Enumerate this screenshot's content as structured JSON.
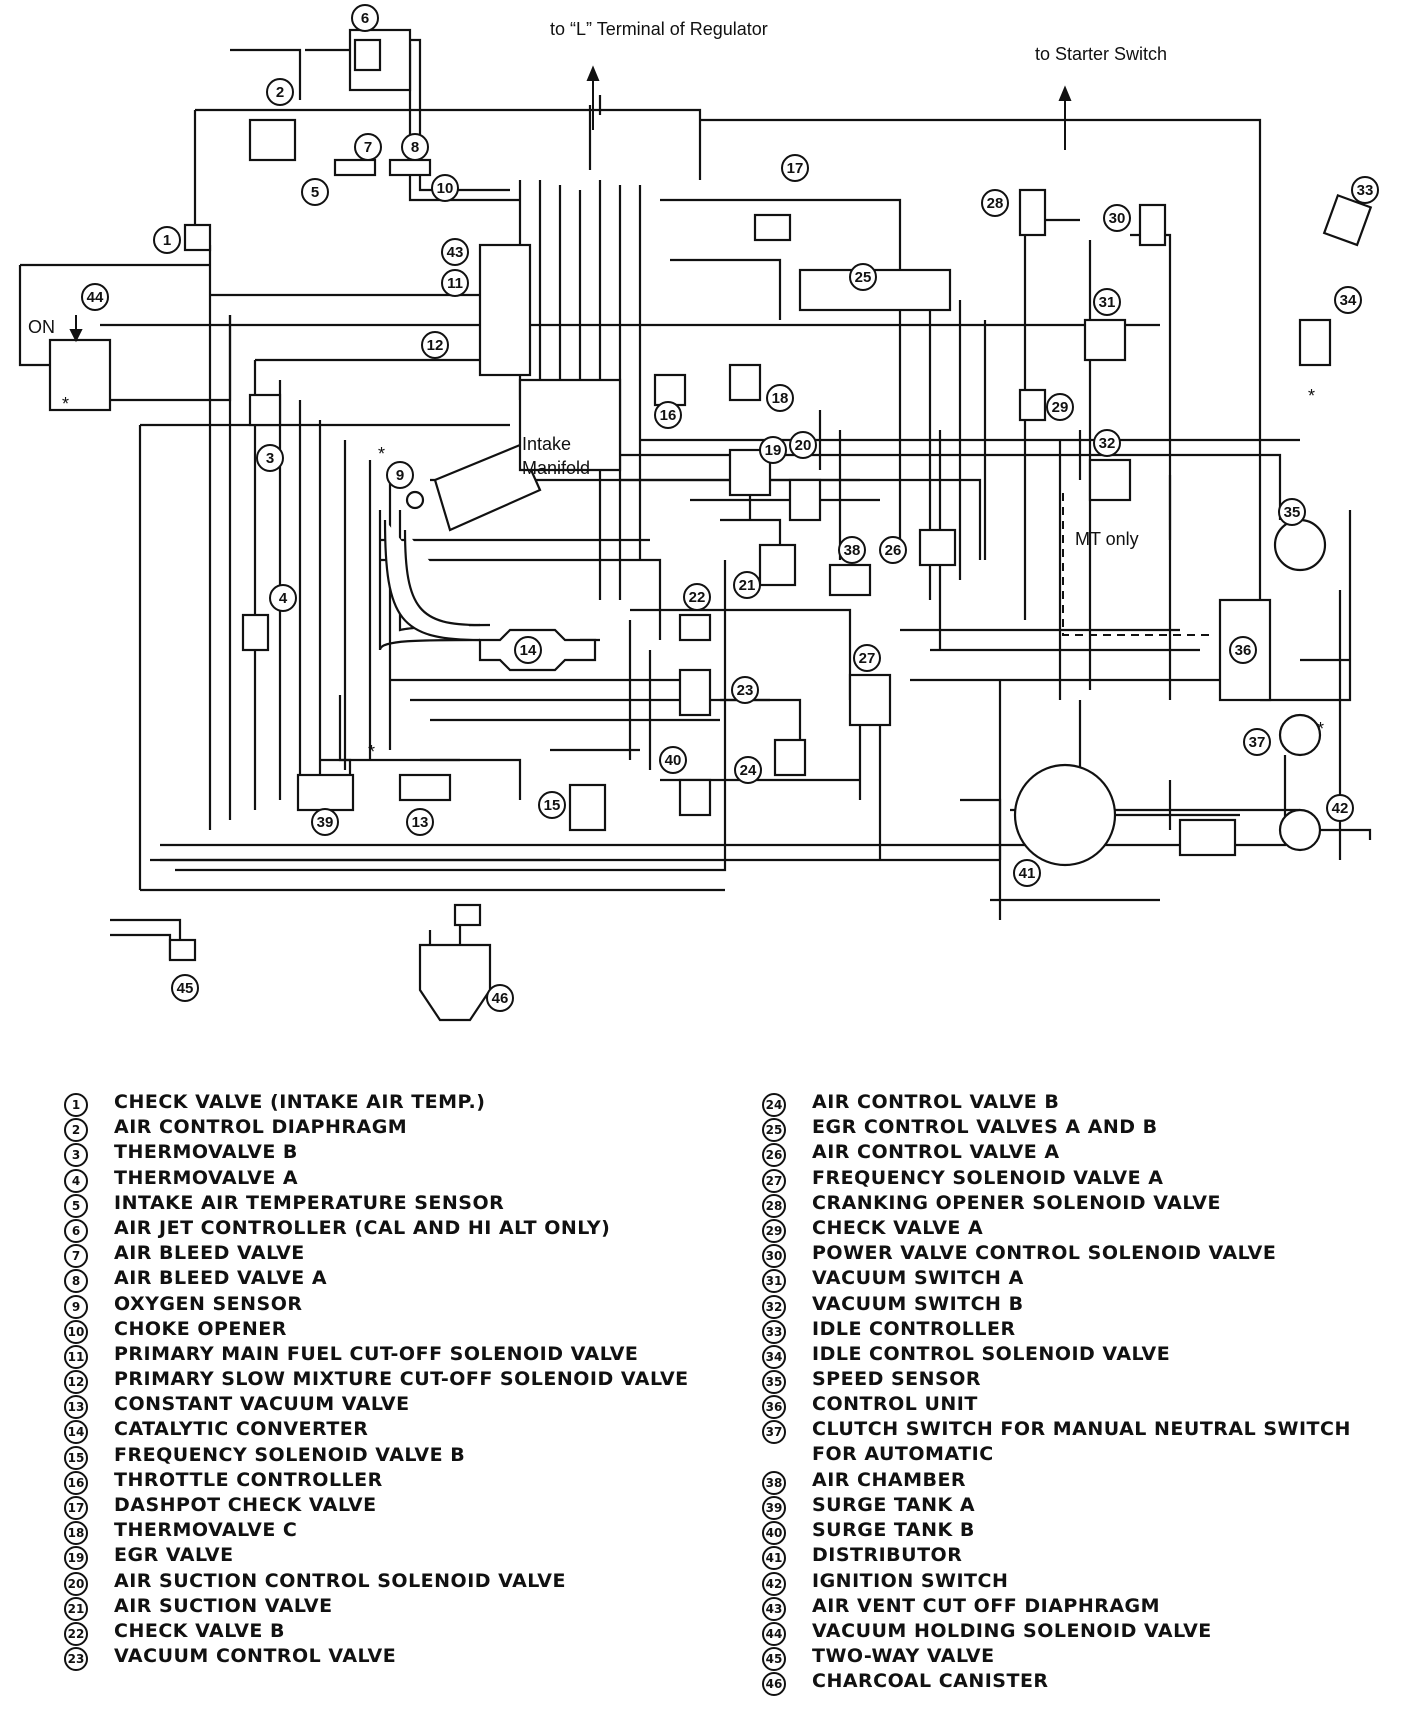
{
  "annotations": {
    "regulator": "to “L” Terminal of Regulator",
    "starter": "to Starter Switch",
    "on": "ON",
    "intake": "Intake",
    "manifold": "Manifold",
    "mt_only": "MT only",
    "asterisk": "*"
  },
  "legend_left": [
    {
      "n": "1",
      "text": "CHECK VALVE (INTAKE AIR TEMP.)"
    },
    {
      "n": "2",
      "text": "AIR CONTROL DIAPHRAGM"
    },
    {
      "n": "3",
      "text": "THERMOVALVE B"
    },
    {
      "n": "4",
      "text": "THERMOVALVE A"
    },
    {
      "n": "5",
      "text": "INTAKE AIR TEMPERATURE SENSOR"
    },
    {
      "n": "6",
      "text": "AIR JET CONTROLLER (CAL AND HI ALT ONLY)"
    },
    {
      "n": "7",
      "text": "AIR BLEED VALVE"
    },
    {
      "n": "8",
      "text": "AIR BLEED VALVE A"
    },
    {
      "n": "9",
      "text": "OXYGEN SENSOR"
    },
    {
      "n": "10",
      "text": "CHOKE OPENER"
    },
    {
      "n": "11",
      "text": "PRIMARY MAIN FUEL CUT-OFF SOLENOID VALVE"
    },
    {
      "n": "12",
      "text": "PRIMARY SLOW MIXTURE CUT-OFF SOLENOID VALVE"
    },
    {
      "n": "13",
      "text": "CONSTANT VACUUM VALVE"
    },
    {
      "n": "14",
      "text": "CATALYTIC CONVERTER"
    },
    {
      "n": "15",
      "text": "FREQUENCY SOLENOID VALVE B"
    },
    {
      "n": "16",
      "text": "THROTTLE CONTROLLER"
    },
    {
      "n": "17",
      "text": "DASHPOT CHECK VALVE"
    },
    {
      "n": "18",
      "text": "THERMOVALVE C"
    },
    {
      "n": "19",
      "text": "EGR VALVE"
    },
    {
      "n": "20",
      "text": "AIR SUCTION CONTROL SOLENOID VALVE"
    },
    {
      "n": "21",
      "text": "AIR SUCTION VALVE"
    },
    {
      "n": "22",
      "text": "CHECK VALVE B"
    },
    {
      "n": "23",
      "text": "VACUUM CONTROL VALVE"
    }
  ],
  "legend_right": [
    {
      "n": "24",
      "text": "AIR CONTROL VALVE B"
    },
    {
      "n": "25",
      "text": "EGR CONTROL VALVES A AND B"
    },
    {
      "n": "26",
      "text": "AIR CONTROL VALVE A"
    },
    {
      "n": "27",
      "text": "FREQUENCY SOLENOID VALVE A"
    },
    {
      "n": "28",
      "text": "CRANKING OPENER SOLENOID VALVE"
    },
    {
      "n": "29",
      "text": "CHECK VALVE A"
    },
    {
      "n": "30",
      "text": "POWER VALVE CONTROL SOLENOID VALVE"
    },
    {
      "n": "31",
      "text": "VACUUM SWITCH A"
    },
    {
      "n": "32",
      "text": "VACUUM SWITCH B"
    },
    {
      "n": "33",
      "text": "IDLE CONTROLLER"
    },
    {
      "n": "34",
      "text": "IDLE CONTROL SOLENOID VALVE"
    },
    {
      "n": "35",
      "text": "SPEED SENSOR"
    },
    {
      "n": "36",
      "text": "CONTROL UNIT"
    },
    {
      "n": "37",
      "text": "CLUTCH SWITCH FOR MANUAL NEUTRAL SWITCH FOR AUTOMATIC"
    },
    {
      "n": "38",
      "text": "AIR CHAMBER"
    },
    {
      "n": "39",
      "text": "SURGE TANK A"
    },
    {
      "n": "40",
      "text": "SURGE TANK B"
    },
    {
      "n": "41",
      "text": "DISTRIBUTOR"
    },
    {
      "n": "42",
      "text": "IGNITION SWITCH"
    },
    {
      "n": "43",
      "text": "AIR VENT CUT OFF DIAPHRAGM"
    },
    {
      "n": "44",
      "text": "VACUUM HOLDING SOLENOID VALVE"
    },
    {
      "n": "45",
      "text": "TWO-WAY VALVE"
    },
    {
      "n": "46",
      "text": "CHARCOAL CANISTER"
    }
  ]
}
